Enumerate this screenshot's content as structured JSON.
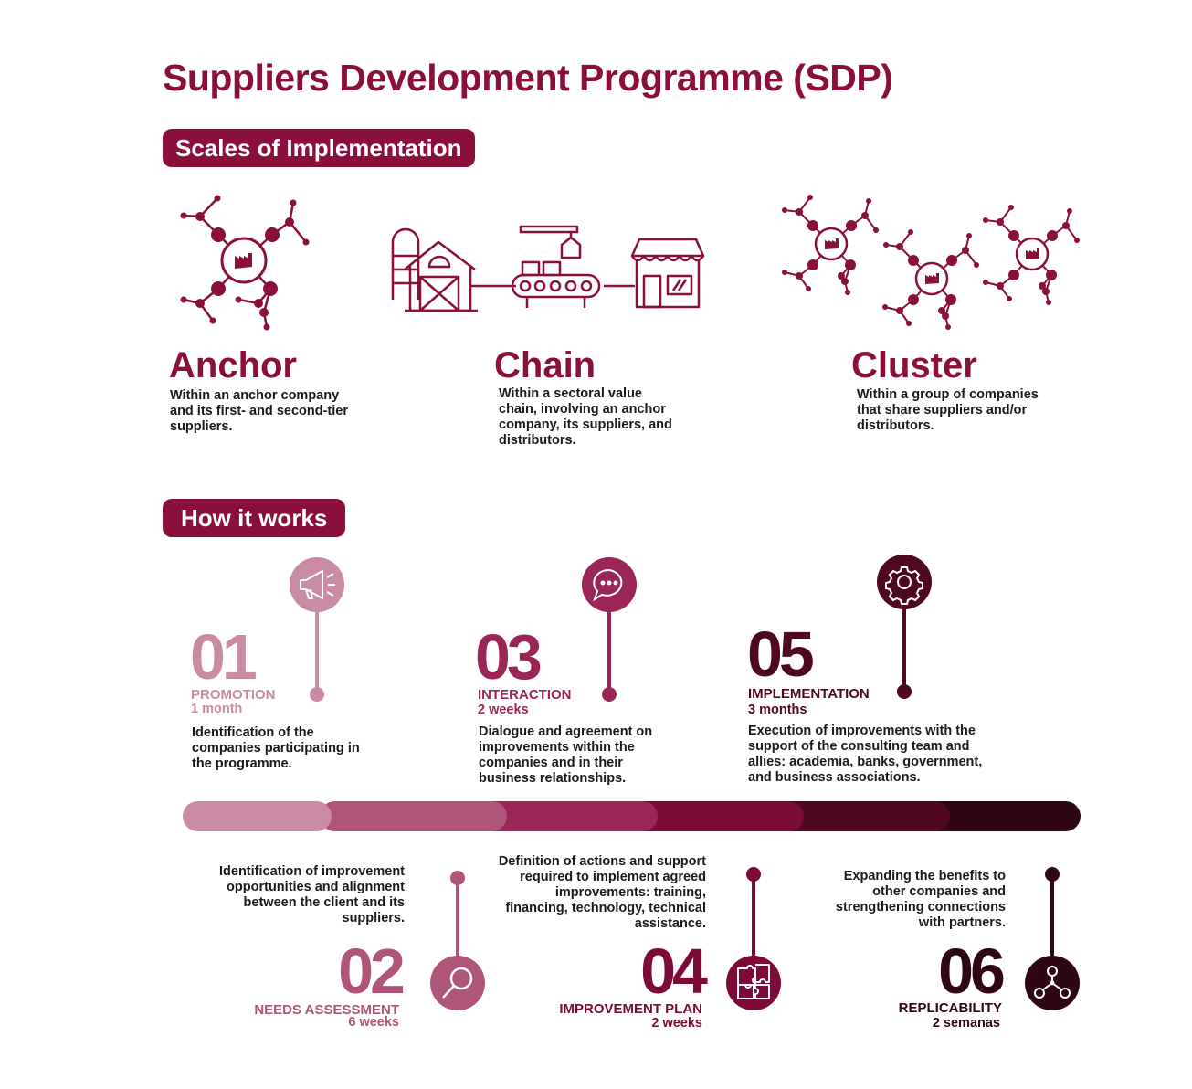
{
  "title": "Suppliers Development Programme (SDP)",
  "scales": {
    "heading": "Scales of Implementation",
    "items": [
      {
        "name": "Anchor",
        "description": "Within an anchor company and its first- and second-tier suppliers."
      },
      {
        "name": "Chain",
        "description": "Within a sectoral value chain, involving an anchor company, its suppliers, and distributors."
      },
      {
        "name": "Cluster",
        "description": "Within a group of companies that share suppliers and/or distributors."
      }
    ]
  },
  "how": {
    "heading": "How it works",
    "steps": [
      {
        "number": "01",
        "name": "PROMOTION",
        "duration": "1 month",
        "description": "Identification of the companies participating in the programme.",
        "icon": "megaphone-icon",
        "color": "#c98aa3"
      },
      {
        "number": "02",
        "name": "NEEDS ASSESSMENT",
        "duration": "6 weeks",
        "description": "Identification of improvement opportunities and alignment between the client and its suppliers.",
        "icon": "magnifier-icon",
        "color": "#b0557a"
      },
      {
        "number": "03",
        "name": "INTERACTION",
        "duration": "2 weeks",
        "description": "Dialogue and agreement on improvements within the companies and in their business relationships.",
        "icon": "chat-bubble-icon",
        "color": "#9b2556"
      },
      {
        "number": "04",
        "name": "IMPROVEMENT PLAN",
        "duration": "2 weeks",
        "description": "Definition of actions and support required to implement agreed improvements: training, financing, technology, technical assistance.",
        "icon": "puzzle-icon",
        "color": "#7d0b38"
      },
      {
        "number": "05",
        "name": "IMPLEMENTATION",
        "duration": "3 months",
        "description": "Execution of improvements with the support of the consulting team and allies: academia, banks, government, and business associations.",
        "icon": "gear-icon",
        "color": "#4f0822"
      },
      {
        "number": "06",
        "name": "REPLICABILITY",
        "duration": "2 semanas",
        "description": "Expanding the benefits to other companies and strengthening connections with partners.",
        "icon": "network-icon",
        "color": "#2e0614"
      }
    ]
  },
  "colors": {
    "brand": "#8a0f3d",
    "text": "#1a1a1a"
  }
}
